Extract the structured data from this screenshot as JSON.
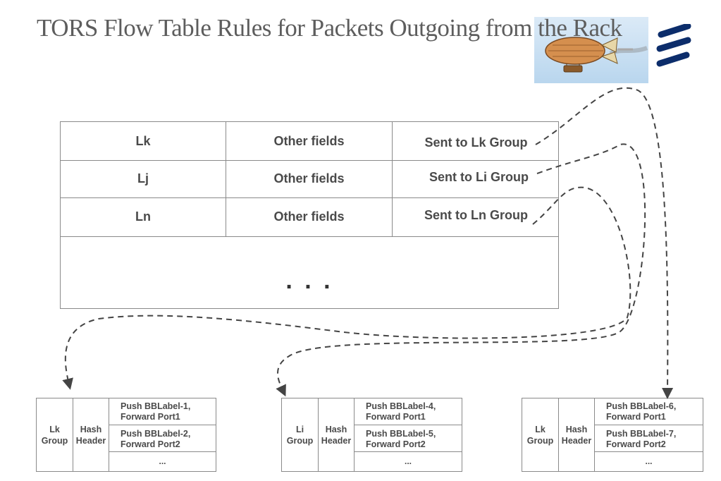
{
  "title": "TORS Flow Table Rules for Packets Outgoing from the Rack",
  "flow_table": {
    "rows": [
      {
        "label": "Lk",
        "fields": "Other fields",
        "action": "Sent to Lk Group"
      },
      {
        "label": "Lj",
        "fields": "Other fields",
        "action": "Sent to Li Group"
      },
      {
        "label": "Ln",
        "fields": "Other fields",
        "action": "Sent to Ln Group"
      }
    ],
    "ellipsis": ". . ."
  },
  "groups": [
    {
      "name": "Lk\nGroup",
      "hash": "Hash\nHeader",
      "actions": [
        "Push BBLabel-1,\nForward Port1",
        "Push BBLabel-2,\nForward Port2",
        "..."
      ]
    },
    {
      "name": "Li\nGroup",
      "hash": "Hash\nHeader",
      "actions": [
        "Push BBLabel-4,\nForward Port1",
        "Push BBLabel-5,\nForward Port2",
        "..."
      ]
    },
    {
      "name": "Lk\nGroup",
      "hash": "Hash\nHeader",
      "actions": [
        "Push BBLabel-6,\nForward Port1",
        "Push BBLabel-7,\nForward Port2",
        "..."
      ]
    }
  ],
  "icons": {
    "airship": "airship-image",
    "logo": "ericsson-logo"
  },
  "colors": {
    "border": "#8a8a8a",
    "text": "#4a4a4a",
    "logo": "#0c2d6b"
  }
}
